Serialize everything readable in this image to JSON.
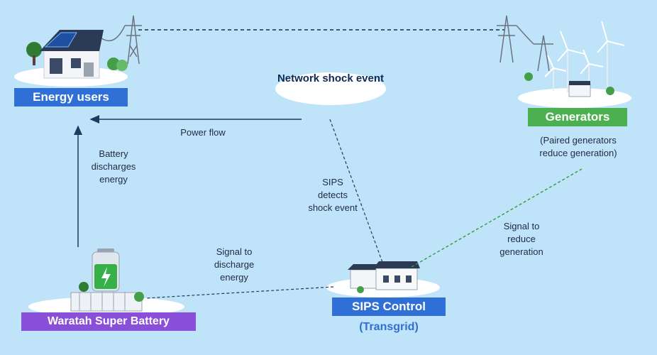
{
  "nodes": {
    "energy_users": "Energy users",
    "generators": "Generators",
    "generators_note": "(Paired generators reduce generation)",
    "network_shock": "Network shock event",
    "sips_control": "SIPS Control",
    "sips_owner": "(Transgrid)",
    "battery": "Waratah Super Battery"
  },
  "flows": {
    "power_flow": "Power flow",
    "battery_discharges": "Battery discharges energy",
    "sips_detects": "SIPS detects shock event",
    "signal_discharge": "Signal to discharge energy",
    "signal_reduce": "Signal to reduce generation"
  },
  "colors": {
    "background": "#bfe3f8",
    "users_box": "#2f6fd6",
    "generators_box": "#4caf50",
    "sips_box": "#2f6fd6",
    "battery_box": "#8a4fd8",
    "owner_text": "#2f6fd6",
    "text": "#1f2a44"
  },
  "icons": {
    "house": "house-solar-icon",
    "towers": "transmission-tower-icon",
    "turbines": "wind-turbine-icon",
    "building": "control-building-icon",
    "battery": "battery-icon"
  }
}
